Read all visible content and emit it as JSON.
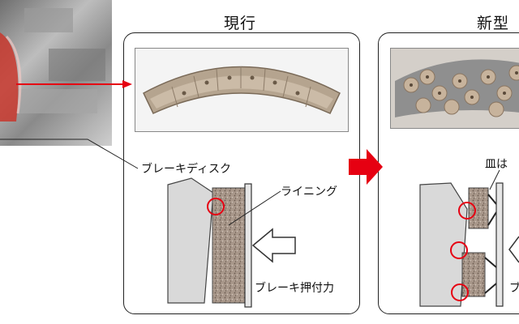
{
  "titles": {
    "current": "現行",
    "new": "新型"
  },
  "labels": {
    "brake_disc": "ブレーキディスク",
    "lining": "ライニング",
    "brake_force": "ブレーキ押付力",
    "new_partial": "皿は",
    "new_partial2": "ブ"
  },
  "colors": {
    "accent_red": "#e60012",
    "lining_fill": "#9c8a7e",
    "disc_fill": "#d9d9d9",
    "pad_metal": "#c8b8a4"
  }
}
